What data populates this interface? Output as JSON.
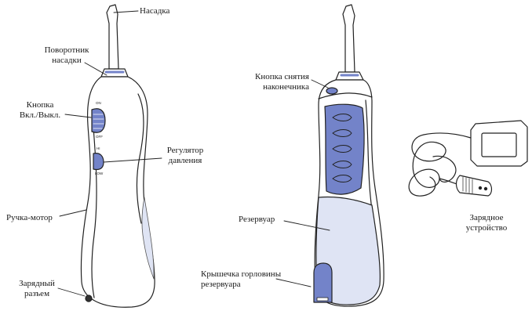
{
  "colors": {
    "outline": "#222222",
    "accent_blue": "#7383c9",
    "light_blue": "#dfe4f4",
    "lavender": "#c8cfe9"
  },
  "labels": {
    "tip": "Насадка",
    "tip_rotator_1": "Поворотник",
    "tip_rotator_2": "насадки",
    "power_button_1": "Кнопка",
    "power_button_2": "Вкл./Выкл.",
    "pressure_control_1": "Регулятор",
    "pressure_control_2": "давления",
    "motor_handle": "Ручка-мотор",
    "charging_port_1": "Зарядный",
    "charging_port_2": "разъем",
    "tip_eject_1": "Кнопка снятия",
    "tip_eject_2": "наконечника",
    "reservoir": "Резервуар",
    "reservoir_cap_1": "Крышечка горловины",
    "reservoir_cap_2": "резервуара",
    "charger_1": "Зарядное",
    "charger_2": "устройство"
  },
  "markings": {
    "on": "ON",
    "off": "OFF",
    "hi": "HI",
    "low": "LOW"
  }
}
